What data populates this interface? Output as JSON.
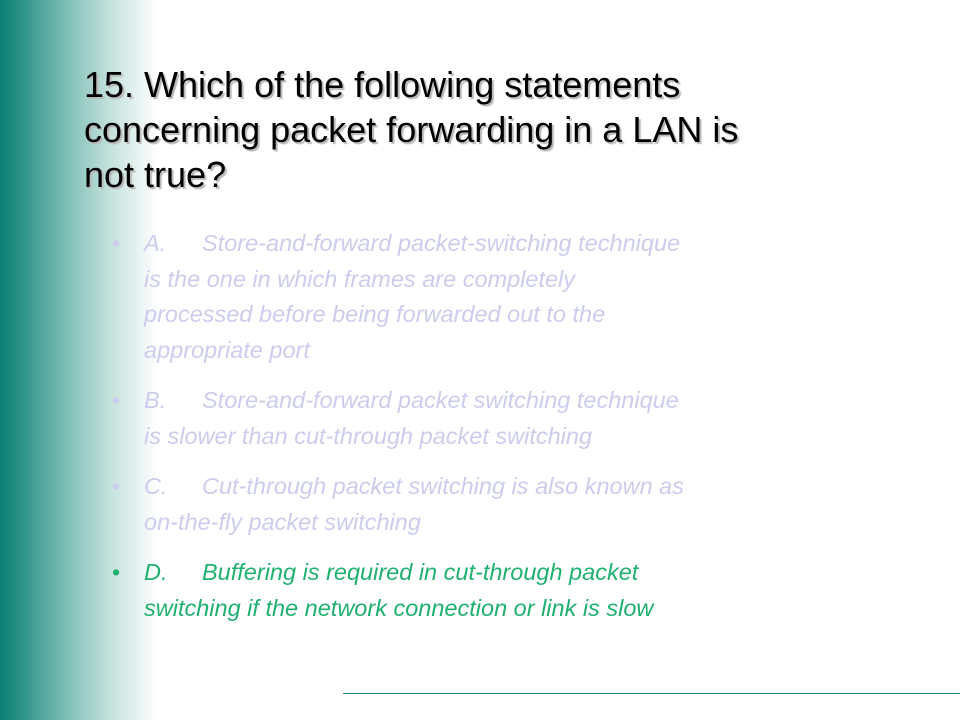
{
  "slide": {
    "title_lines": [
      "15. Which of the following statements",
      "concerning packet forwarding in a LAN is",
      "not true?"
    ],
    "bullet_glyph": "•",
    "answers": [
      {
        "letter": "A.",
        "lines": [
          "Store-and-forward packet-switching technique",
          "is the one in which frames are completely",
          "processed before being forwarded out to the",
          "appropriate port"
        ],
        "is_correct": false
      },
      {
        "letter": "B.",
        "lines": [
          "Store-and-forward packet switching technique",
          "is slower than cut-through packet switching"
        ],
        "is_correct": false
      },
      {
        "letter": "C.",
        "lines": [
          "Cut-through packet switching is also known as",
          "on-the-fly packet switching"
        ],
        "is_correct": false
      },
      {
        "letter": "D.",
        "lines": [
          "Buffering is required in cut-through packet",
          "switching if the network connection or link is slow"
        ],
        "is_correct": true
      }
    ]
  },
  "colors": {
    "sidebar_teal": "#0d7f73",
    "title_text": "#000000",
    "answer_faded": "#ccccec",
    "answer_correct": "#20b070",
    "footer_rule": "#2a8a7f"
  }
}
